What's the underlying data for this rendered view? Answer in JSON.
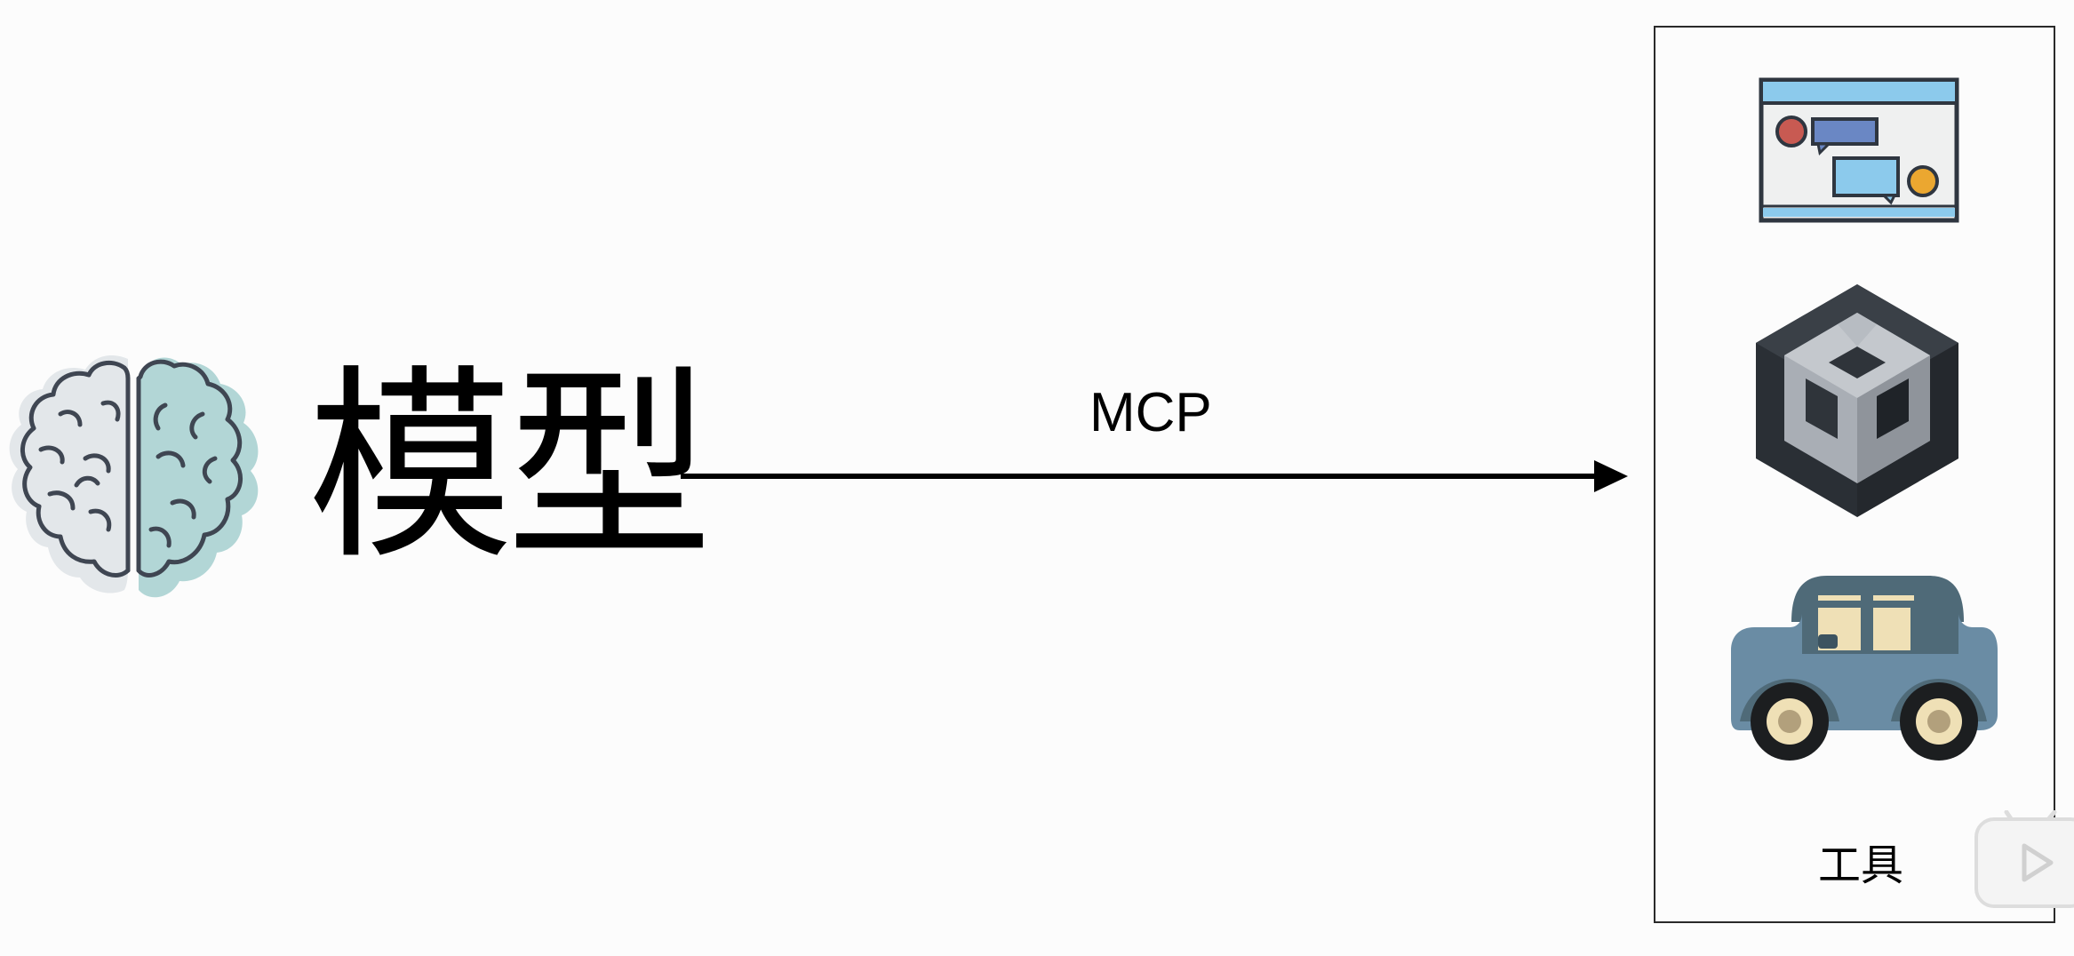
{
  "model": {
    "label": "模型",
    "icon": "brain-icon"
  },
  "connection": {
    "label": "MCP",
    "icon": "arrow-right-icon"
  },
  "tools": {
    "label": "工具",
    "items": [
      {
        "icon": "chat-window-icon"
      },
      {
        "icon": "unity-logo-icon"
      },
      {
        "icon": "car-icon"
      }
    ]
  },
  "overlay": {
    "icon": "play-icon"
  },
  "colors": {
    "brain_left": "#e3e7ea",
    "brain_right": "#b2d6d6",
    "outline": "#3f4652",
    "car_body": "#6a8ca4",
    "car_roof": "#4f6a78",
    "car_window": "#efe0b6",
    "unity_dark": "#33383e",
    "unity_light": "#a8adb4"
  }
}
